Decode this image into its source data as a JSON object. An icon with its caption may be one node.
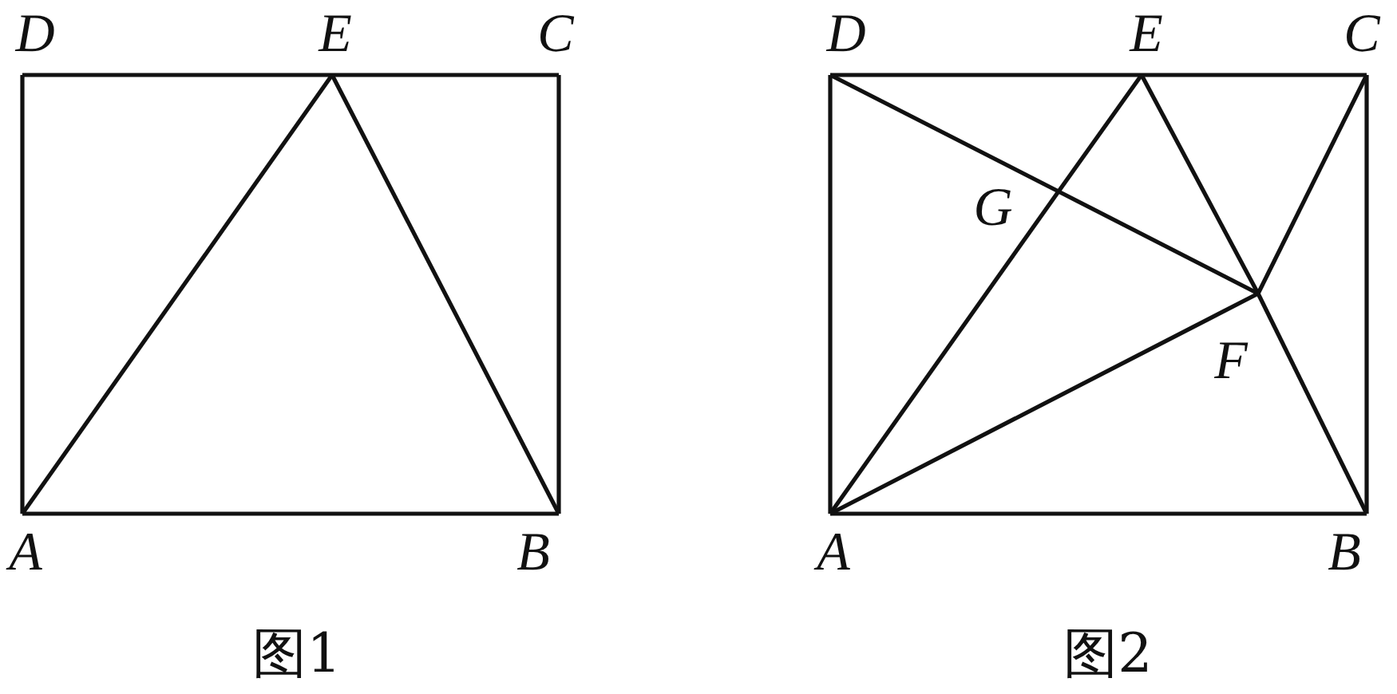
{
  "diagram": {
    "nodes": [
      {
        "text": [
          "D"
        ]
      },
      {
        "text": [
          "E"
        ]
      },
      {
        "text": [
          "C"
        ]
      },
      {
        "text": [
          "A"
        ]
      },
      {
        "text": [
          "B"
        ]
      },
      {
        "text": [
          "D"
        ]
      },
      {
        "text": [
          "E"
        ]
      },
      {
        "text": [
          "C"
        ]
      },
      {
        "text": [
          "G"
        ]
      },
      {
        "text": [
          "F"
        ]
      },
      {
        "text": [
          "A"
        ]
      },
      {
        "text": [
          "B"
        ]
      }
    ],
    "edges": [
      {
        "from": 0,
        "to": 1,
        "arrow": "none"
      },
      {
        "from": 1,
        "to": 2,
        "arrow": "none"
      },
      {
        "from": 2,
        "to": 4,
        "arrow": "none"
      },
      {
        "from": 4,
        "to": 3,
        "arrow": "none"
      },
      {
        "from": 3,
        "to": 0,
        "arrow": "none"
      },
      {
        "from": 3,
        "to": 1,
        "arrow": "none"
      },
      {
        "from": 1,
        "to": 4,
        "arrow": "none"
      },
      {
        "from": 5,
        "to": 6,
        "arrow": "none"
      },
      {
        "from": 6,
        "to": 7,
        "arrow": "none"
      },
      {
        "from": 7,
        "to": 11,
        "arrow": "none"
      },
      {
        "from": 11,
        "to": 10,
        "arrow": "none"
      },
      {
        "from": 10,
        "to": 5,
        "arrow": "none"
      },
      {
        "from": 10,
        "to": 8,
        "arrow": "none"
      },
      {
        "from": 8,
        "to": 6,
        "arrow": "none"
      },
      {
        "from": 5,
        "to": 8,
        "arrow": "none"
      },
      {
        "from": 8,
        "to": 9,
        "arrow": "none"
      },
      {
        "from": 10,
        "to": 9,
        "arrow": "none"
      },
      {
        "from": 6,
        "to": 9,
        "arrow": "none"
      },
      {
        "from": 9,
        "to": 11,
        "arrow": "none"
      },
      {
        "from": 7,
        "to": 9,
        "arrow": "none"
      }
    ],
    "labels": [
      "图1",
      "图2"
    ]
  }
}
